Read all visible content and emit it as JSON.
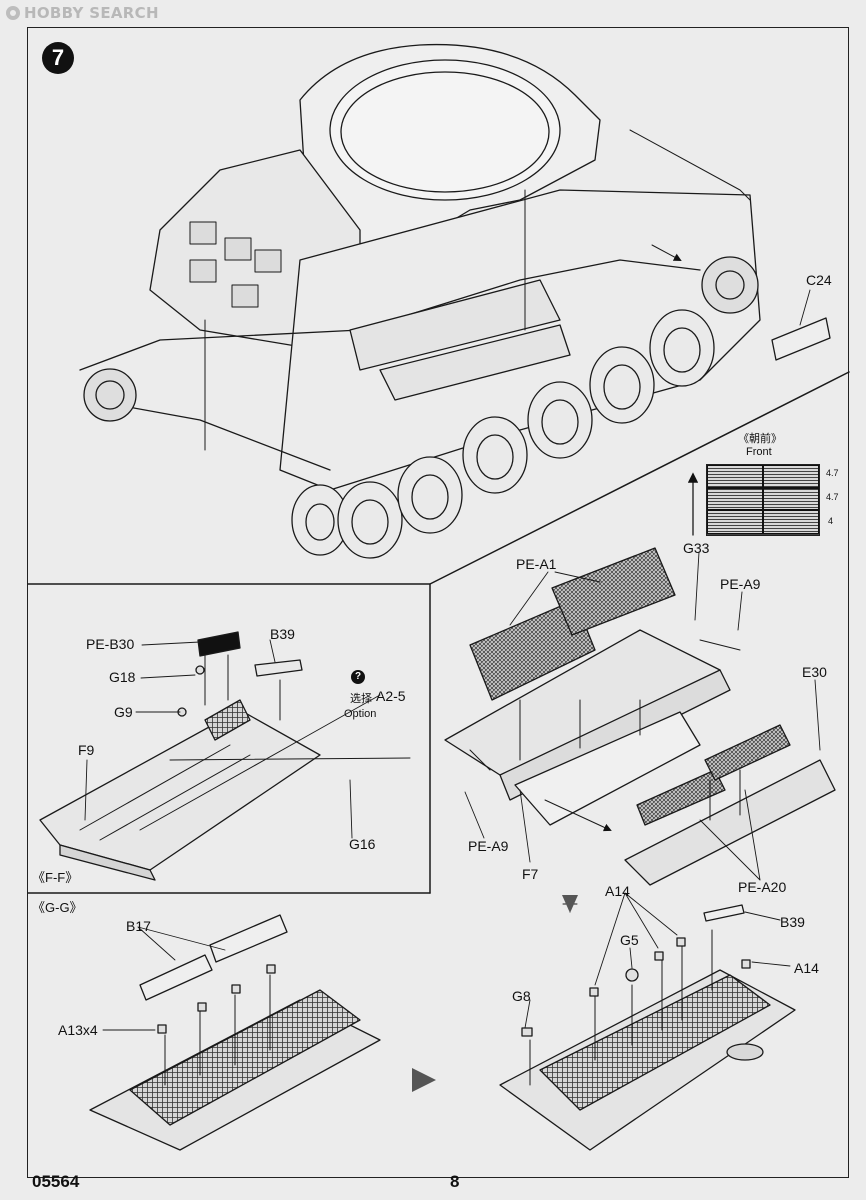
{
  "watermark": {
    "text": "HOBBY SEARCH"
  },
  "step": {
    "number": "7"
  },
  "footer": {
    "code": "05564",
    "page": "8"
  },
  "front_detail": {
    "caption_cn": "《朝前》",
    "caption_en": "Front",
    "dims": [
      "4.7",
      "4.7",
      "4"
    ]
  },
  "sections": {
    "ff": "《F-F》",
    "gg": "《G-G》"
  },
  "parts": {
    "c24": "C24",
    "pe_a1": "PE-A1",
    "g33": "G33",
    "pe_a9_top": "PE-A9",
    "e30": "E30",
    "pe_a9_bottom": "PE-A9",
    "f7": "F7",
    "pe_a20": "PE-A20",
    "pe_b30": "PE-B30",
    "b39_ff": "B39",
    "g18": "G18",
    "g9": "G9",
    "option_cn": "选择",
    "a2_5": "A2-5",
    "option_en": "Option",
    "f9": "F9",
    "g16": "G16",
    "b17": "B17",
    "a13x4": "A13x4",
    "a14_top": "A14",
    "g5": "G5",
    "b39_gg": "B39",
    "a14_right": "A14",
    "g8": "G8"
  },
  "colors": {
    "ink": "#111111",
    "paper": "#ececec",
    "mesh": "#444444"
  }
}
